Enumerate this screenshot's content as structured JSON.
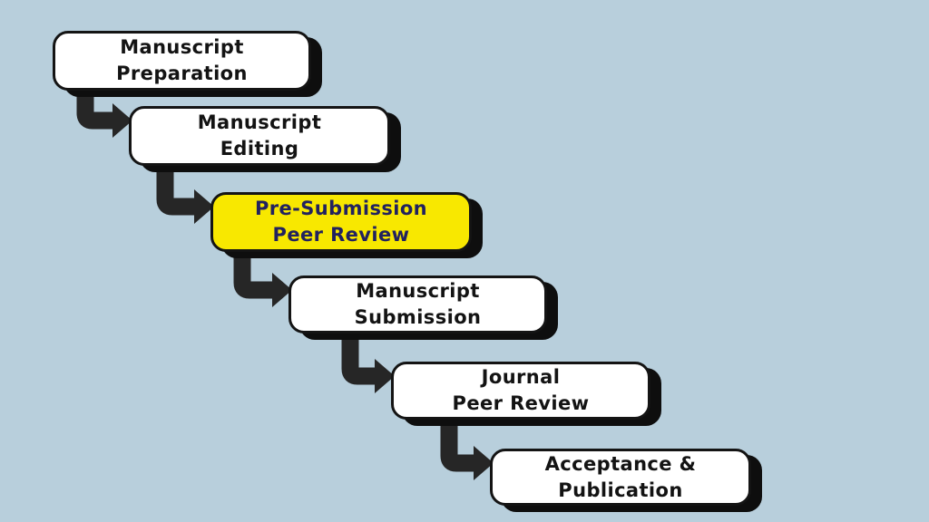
{
  "title": "Manuscript publication process flowchart",
  "colors": {
    "background": "#b8cfdc",
    "box_bg": "#ffffff",
    "box_text": "#131313",
    "highlight_bg": "#f8e800",
    "highlight_text": "#22225f",
    "border": "#141414",
    "shadow": "#0e0e0e",
    "arrow": "#262626"
  },
  "steps": [
    {
      "label": "Manuscript Preparation",
      "line1": "Manuscript",
      "line2": "Preparation",
      "highlighted": false
    },
    {
      "label": "Manuscript Editing",
      "line1": "Manuscript",
      "line2": "Editing",
      "highlighted": false
    },
    {
      "label": "Pre-Submission Peer Review",
      "line1": "Pre-Submission",
      "line2": "Peer Review",
      "highlighted": true
    },
    {
      "label": "Manuscript Submission",
      "line1": "Manuscript",
      "line2": "Submission",
      "highlighted": false
    },
    {
      "label": "Journal Peer Review",
      "line1": "Journal",
      "line2": "Peer Review",
      "highlighted": false
    },
    {
      "label": "Acceptance & Publication",
      "line1": "Acceptance &",
      "line2": "Publication",
      "highlighted": false
    }
  ]
}
